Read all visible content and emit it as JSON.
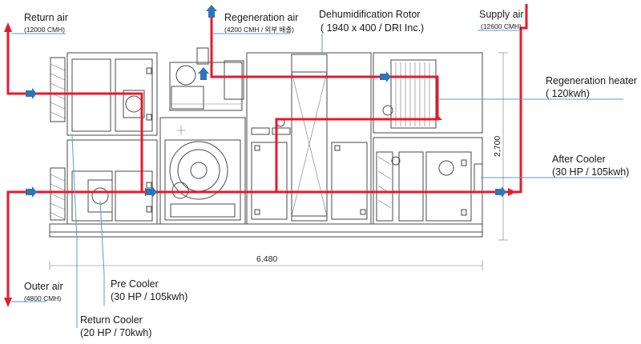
{
  "labels": {
    "return_air": {
      "title": "Return air",
      "flow": "(12000 CMH)"
    },
    "regeneration_air": {
      "title": "Regeneration air",
      "flow": "(4200 CMH / 외부 배출)"
    },
    "rotor": {
      "title": "Dehumidification Rotor",
      "spec": "( 1940 x 400 / DRI Inc.)"
    },
    "supply_air": {
      "title": "Supply air",
      "flow": "(12600 CMH)"
    },
    "regen_heater": {
      "title": "Regeneration heater",
      "spec": "( 120kwh)"
    },
    "after_cooler": {
      "title": "After Cooler",
      "spec": "(30 HP / 105kwh)"
    },
    "outer_air": {
      "title": "Outer air",
      "flow": "(4800 CMH)"
    },
    "pre_cooler": {
      "title": "Pre Cooler",
      "spec": "(30 HP / 105kwh)"
    },
    "return_cooler": {
      "title": "Return Cooler",
      "spec": "(20 HP / 70kwh)"
    }
  },
  "dimensions": {
    "length": "6,480",
    "height": "2,700"
  },
  "colors": {
    "airflow": "#e8192c",
    "arrow": "#2e75b6",
    "leader": "#5b9bd5",
    "equipment": "#4a4a4a"
  }
}
